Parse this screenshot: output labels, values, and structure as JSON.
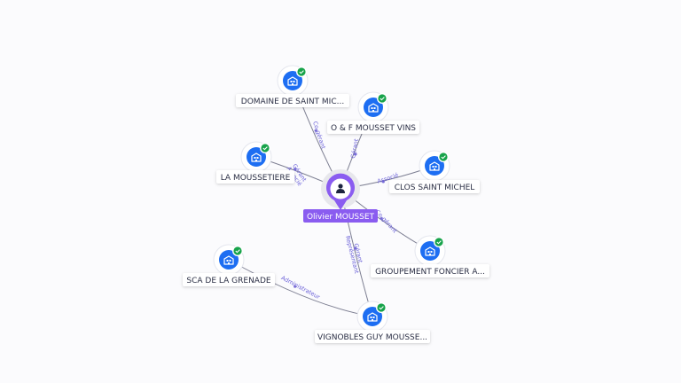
{
  "center": {
    "label": "Olivier MOUSSET",
    "icon": "person-icon",
    "color": "#8a5cf0"
  },
  "companies": [
    {
      "id": "domaine",
      "label": "DOMAINE DE SAINT MIC...",
      "icon": "company-building-icon",
      "verified": true
    },
    {
      "id": "of",
      "label": "O & F MOUSSET VINS",
      "icon": "company-building-icon",
      "verified": true
    },
    {
      "id": "moussetiere",
      "label": "LA MOUSSETIERE",
      "icon": "company-building-icon",
      "verified": true
    },
    {
      "id": "clos",
      "label": "CLOS SAINT MICHEL",
      "icon": "company-building-icon",
      "verified": true
    },
    {
      "id": "groupement",
      "label": "GROUPEMENT FONCIER A...",
      "icon": "company-building-icon",
      "verified": true
    },
    {
      "id": "sca",
      "label": "SCA DE LA GRENADE",
      "icon": "company-building-icon",
      "verified": true
    },
    {
      "id": "vignobles",
      "label": "VIGNOBLES GUY MOUSSE...",
      "icon": "company-building-icon",
      "verified": true
    }
  ],
  "relations": [
    {
      "to": "domaine",
      "labels": [
        "Co-gérant"
      ]
    },
    {
      "to": "of",
      "labels": [
        "Gérant"
      ]
    },
    {
      "to": "moussetiere",
      "labels": [
        "Gérant",
        "Associé"
      ]
    },
    {
      "to": "clos",
      "labels": [
        "Associé"
      ]
    },
    {
      "to": "groupement",
      "labels": [
        "Co-gérant"
      ]
    },
    {
      "to": "vignobles",
      "labels": [
        "Gérant",
        "Représentant"
      ]
    },
    {
      "to": "sca",
      "labels": [
        "Administrateur"
      ],
      "via": "vignobles"
    }
  ],
  "colors": {
    "company_node": "#1d6ef2",
    "verified_check": "#17a34a",
    "relation_label": "#6a60d8",
    "edge": "#7d7f92"
  }
}
